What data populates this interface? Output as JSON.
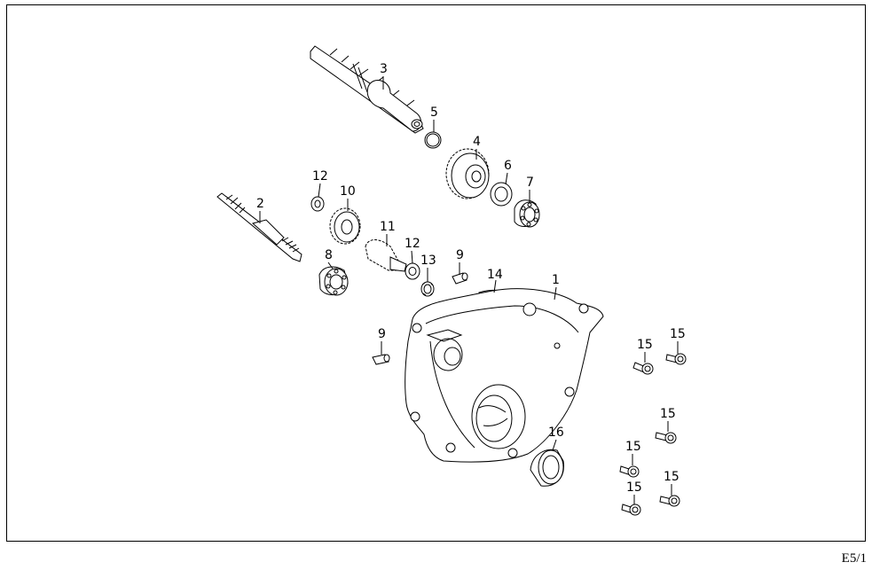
{
  "page_code": "E5/1",
  "callouts": [
    {
      "id": "c1",
      "text": "1"
    },
    {
      "id": "c2",
      "text": "2"
    },
    {
      "id": "c3",
      "text": "3"
    },
    {
      "id": "c4",
      "text": "4"
    },
    {
      "id": "c5",
      "text": "5"
    },
    {
      "id": "c6",
      "text": "6"
    },
    {
      "id": "c7",
      "text": "7"
    },
    {
      "id": "c8",
      "text": "8"
    },
    {
      "id": "c9a",
      "text": "9"
    },
    {
      "id": "c9b",
      "text": "9"
    },
    {
      "id": "c10",
      "text": "10"
    },
    {
      "id": "c11",
      "text": "11"
    },
    {
      "id": "c12a",
      "text": "12"
    },
    {
      "id": "c12b",
      "text": "12"
    },
    {
      "id": "c13",
      "text": "13"
    },
    {
      "id": "c14",
      "text": "14"
    },
    {
      "id": "c15a",
      "text": "15"
    },
    {
      "id": "c15b",
      "text": "15"
    },
    {
      "id": "c15c",
      "text": "15"
    },
    {
      "id": "c15d",
      "text": "15"
    },
    {
      "id": "c15e",
      "text": "15"
    },
    {
      "id": "c15f",
      "text": "15"
    },
    {
      "id": "c16",
      "text": "16"
    }
  ]
}
